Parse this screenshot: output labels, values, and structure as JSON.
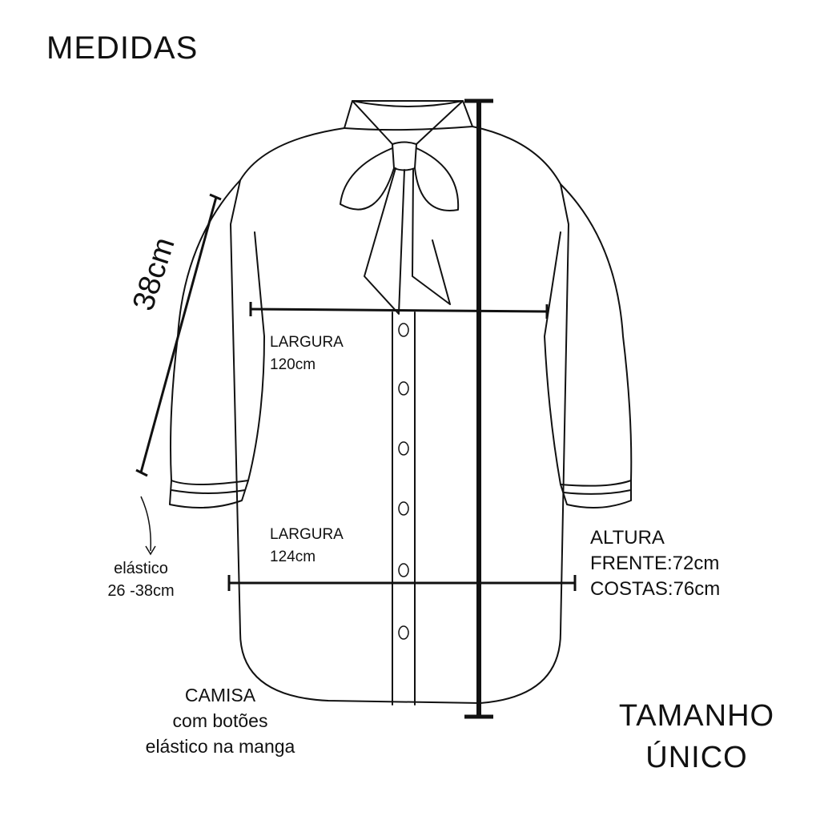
{
  "title": "MEDIDAS",
  "sleeve_length": "38cm",
  "width_chest": {
    "label": "LARGURA",
    "value": "120cm"
  },
  "width_hem": {
    "label": "LARGURA",
    "value": "124cm"
  },
  "height": {
    "label": "ALTURA",
    "front": "FRENTE:72cm",
    "back": "COSTAS:76cm"
  },
  "elastic": {
    "label": "elástico",
    "value": "26 -38cm"
  },
  "description": {
    "line1": "CAMISA",
    "line2": "com botões",
    "line3": "elástico na manga"
  },
  "size": {
    "line1": "TAMANHO",
    "line2": "ÚNICO"
  }
}
